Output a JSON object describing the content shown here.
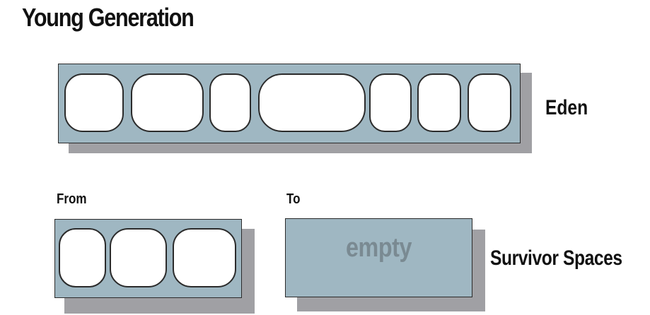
{
  "diagram": {
    "title": "Young Generation",
    "eden": {
      "label": "Eden",
      "object_count": 7
    },
    "survivor": {
      "label": "Survivor Spaces",
      "from": {
        "label": "From",
        "object_count": 3
      },
      "to": {
        "label": "To",
        "text": "empty"
      }
    },
    "colors": {
      "space_fill": "#9fb7c2",
      "shadow": "#a0a0a4",
      "object_fill": "#ffffff",
      "outline": "#2b2b2b",
      "empty_text": "#7a8a92"
    }
  }
}
